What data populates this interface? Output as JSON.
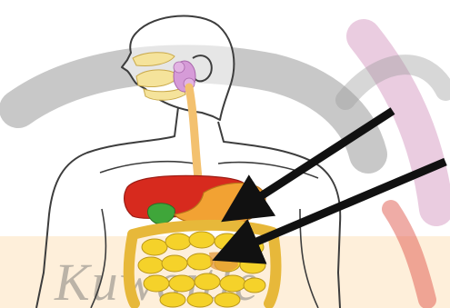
{
  "colors": {
    "background": "#ffffff",
    "watermark_gray": "#9b9b9b",
    "watermark_pink": "#d8a2c6",
    "watermark_peach": "#fde7c6",
    "watermark_red": "#e05a4e",
    "skin_outline": "#3d3d3d",
    "esophagus": "#f3c16f",
    "salivary_gland": "#d69bd8",
    "mouth_parts": "#f5e39b",
    "liver": "#d72a1e",
    "gallbladder": "#3fa63a",
    "stomach": "#f2a233",
    "small_intestine": "#f5d22a",
    "large_intestine": "#e7b83a",
    "arrow": "#111111"
  },
  "watermark": {
    "text": "Kuwaitle"
  },
  "figure": {
    "subject": "human-digestive-system",
    "arrows": [
      {
        "name": "arrow-to-stomach",
        "target": "stomach"
      },
      {
        "name": "arrow-to-intestine",
        "target": "small-intestine"
      }
    ]
  }
}
